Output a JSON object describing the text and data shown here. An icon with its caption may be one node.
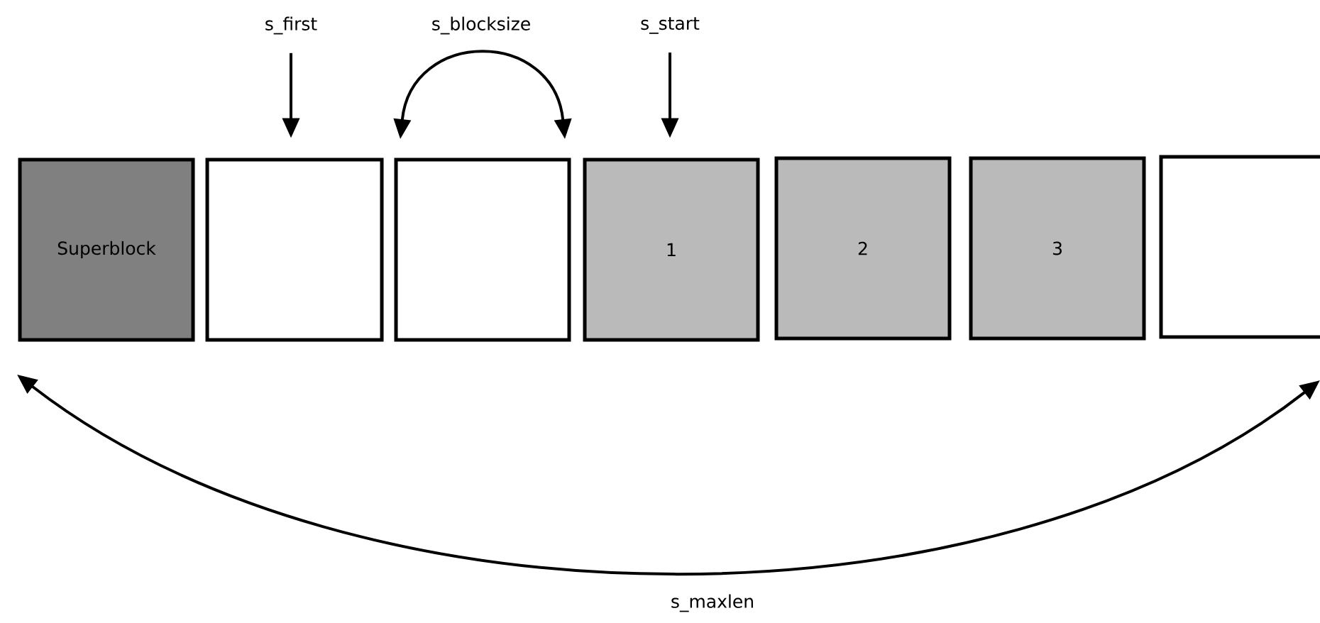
{
  "diagram": {
    "nodes": [
      {
        "text": [
          "s_first"
        ]
      },
      {
        "text": [
          "s_start"
        ]
      },
      {
        "text": [
          "Superblock"
        ]
      },
      {
        "text": [],
        "shape": "box"
      },
      {
        "text": [],
        "shape": "box"
      },
      {
        "text": [
          "1"
        ]
      },
      {
        "text": [
          "2"
        ]
      },
      {
        "text": [
          "3"
        ]
      },
      {
        "text": [],
        "shape": "box"
      }
    ],
    "edges": [
      {
        "from": 0,
        "to": 3,
        "arrow": "to"
      },
      {
        "from": 1,
        "to": 5,
        "arrow": "to"
      }
    ],
    "labels": [
      "s_blocksize",
      "s_maxlen"
    ]
  }
}
